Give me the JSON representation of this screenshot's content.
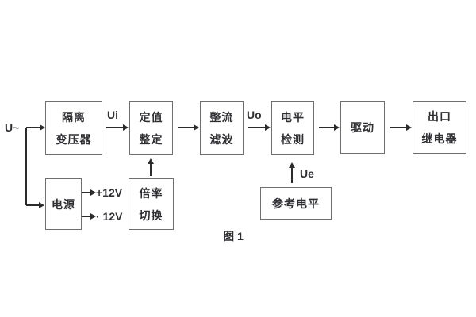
{
  "diagram": {
    "caption": "图 1",
    "labels": {
      "input": "U~",
      "ui": "Ui",
      "uo": "Uo",
      "ue": "Ue",
      "plus12": "+12V",
      "minus12": "· 12V"
    },
    "blocks": {
      "isolation_transformer": {
        "line1": "隔离",
        "line2": "变压器"
      },
      "setting_adjust": {
        "line1": "定值",
        "line2": "整定"
      },
      "rectifier_filter": {
        "line1": "整流",
        "line2": "滤波"
      },
      "level_detect": {
        "line1": "电平",
        "line2": "检测"
      },
      "driver": {
        "line1": "驱动"
      },
      "output_relay": {
        "line1": "出口",
        "line2": "继电器"
      },
      "power_supply": {
        "line1": "电源"
      },
      "ratio_switch": {
        "line1": "倍率",
        "line2": "切换"
      },
      "reference_level": {
        "line1": "参考电平"
      }
    },
    "colors": {
      "background": "#ffffff",
      "box_border": "#6f6f6f",
      "line": "#2b2b2b",
      "text": "#2e2e33"
    }
  }
}
